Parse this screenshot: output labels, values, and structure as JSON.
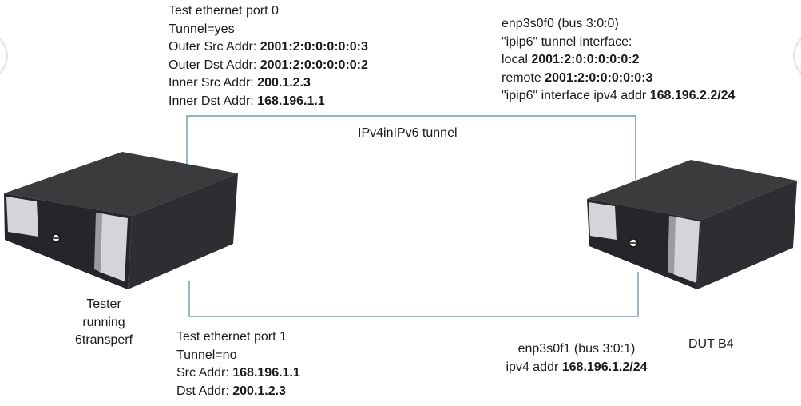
{
  "colors": {
    "link_line": "#4f86a8",
    "server_top": "#3b3b3e",
    "server_front": "#26262a",
    "server_bezel": "#d5d5d9",
    "text": "#1a1a1a"
  },
  "port0": {
    "line1": "Test ethernet port 0",
    "line2": "Tunnel=yes",
    "outer_src_label": "Outer Src Addr: ",
    "outer_src_value": "2001:2:0:0:0:0:0:3",
    "outer_dst_label": "Outer Dst Addr: ",
    "outer_dst_value": "2001:2:0:0:0:0:0:2",
    "inner_src_label": "Inner Src Addr: ",
    "inner_src_value": "200.1.2.3",
    "inner_dst_label": "Inner Dst Addr: ",
    "inner_dst_value": "168.196.1.1"
  },
  "dut_if0": {
    "line1": "enp3s0f0 (bus 3:0:0)",
    "line2": "\"ipip6\" tunnel interface:",
    "local_label": "local ",
    "local_value": "2001:2:0:0:0:0:0:2",
    "remote_label": "remote ",
    "remote_value": "2001:2:0:0:0:0:0:3",
    "ipv4_label": "\"ipip6\" interface ipv4 addr ",
    "ipv4_value": "168.196.2.2/24"
  },
  "tunnel_label": "IPv4inIPv6 tunnel",
  "tester": {
    "line1": "Tester",
    "line2": "running",
    "line3": "6transperf"
  },
  "port1": {
    "line1": "Test ethernet port 1",
    "line2": "Tunnel=no",
    "src_label": "Src Addr: ",
    "src_value": "168.196.1.1",
    "dst_label": "Dst Addr: ",
    "dst_value": "200.1.2.3"
  },
  "dut_if1": {
    "line1": "enp3s0f1 (bus 3:0:1)",
    "ipv4_label": "ipv4 addr ",
    "ipv4_value": "168.196.1.2/24"
  },
  "dut_label": "DUT B4"
}
